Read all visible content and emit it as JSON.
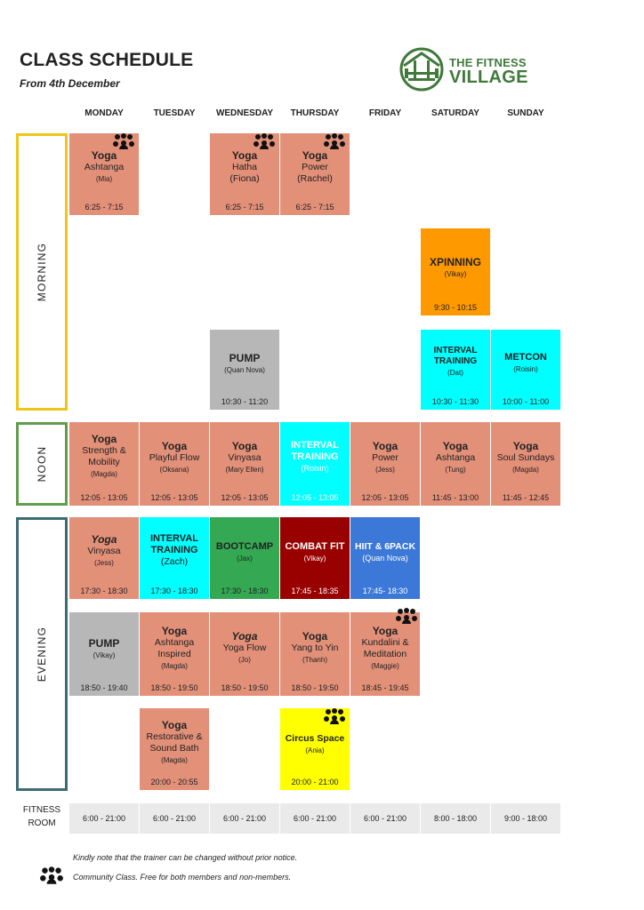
{
  "header": {
    "title": "CLASS SCHEDULE",
    "subtitle": "From 4th December",
    "logo_line1": "THE FITNESS",
    "logo_line2": "VILLAGE",
    "logo_color": "#3f7a3a"
  },
  "days": [
    "MONDAY",
    "TUESDAY",
    "WEDNESDAY",
    "THURSDAY",
    "FRIDAY",
    "SATURDAY",
    "SUNDAY"
  ],
  "sections": [
    {
      "label": "MORNING",
      "color": "#f0c419"
    },
    {
      "label": "NOON",
      "color": "#5f9e4a"
    },
    {
      "label": "EVENING",
      "color": "#3d6b74"
    }
  ],
  "colors": {
    "yoga": "#e39079",
    "pump": "#b7b7b7",
    "xpinning": "#ff9900",
    "interval": "#00ffff",
    "bootcamp": "#34a853",
    "combat": "#990000",
    "hiit": "#3c78d8",
    "circus": "#ffff00",
    "fitness_room": "#eaeaea"
  },
  "classes": [
    {
      "name": "Yoga",
      "sub": "Ashtanga",
      "trainer": "(Mia)",
      "time": "6:25 - 7:15",
      "community": true
    },
    {
      "name": "Yoga",
      "sub": "Hatha",
      "sub2": "(Fiona)",
      "time": "6:25 - 7:15",
      "community": true
    },
    {
      "name": "Yoga",
      "sub": "Power",
      "sub2": "(Rachel)",
      "time": "6:25 - 7:15",
      "community": true
    },
    {
      "name": "XPINNING",
      "trainer": "(Vikay)",
      "time": "9:30 - 10:15"
    },
    {
      "name": "PUMP",
      "trainer": "(Quan Nova)",
      "time": "10:30 - 11:20"
    },
    {
      "name": "INTERVAL TRAINING",
      "trainer": "(Dat)",
      "time": "10:30 - 11:30"
    },
    {
      "name": "METCON",
      "trainer": "(Roisin)",
      "time": "10:00 - 11:00"
    },
    {
      "name": "Yoga",
      "sub": "Strength & Mobility",
      "trainer": "(Magda)",
      "time": "12:05 - 13:05"
    },
    {
      "name": "Yoga",
      "sub": "Playful Flow",
      "trainer": "(Oksana)",
      "time": "12:05 - 13:05"
    },
    {
      "name": "Yoga",
      "sub": "Vinyasa",
      "trainer": "(Mary Ellen)",
      "time": "12:05 - 13:05"
    },
    {
      "name": "INTERVAL TRAINING",
      "trainer": "(Roisin)",
      "time": "12:05 - 13:05"
    },
    {
      "name": "Yoga",
      "sub": "Power",
      "trainer": "(Jess)",
      "time": "12:05 - 13:05"
    },
    {
      "name": "Yoga",
      "sub": "Ashtanga",
      "trainer": "(Tung)",
      "time": "11:45 - 13:00"
    },
    {
      "name": "Yoga",
      "sub": "Soul Sundays",
      "trainer": "(Magda)",
      "time": "11:45 - 12:45"
    },
    {
      "name": "Yoga",
      "sub": "Vinyasa",
      "trainer": "(Jess)",
      "time": "17:30 - 18:30"
    },
    {
      "name": "INTERVAL TRAINING",
      "sub2": "(Zach)",
      "time": "17:30 - 18:30"
    },
    {
      "name": "BOOTCAMP",
      "trainer": "(Jax)",
      "time": "17:30 - 18:30"
    },
    {
      "name": "COMBAT FIT",
      "trainer": "(Vikay)",
      "time": "17:45 - 18:35"
    },
    {
      "name": "HIIT & 6PACK",
      "trainer": "(Quan Nova)",
      "time": "17:45- 18:30"
    },
    {
      "name": "PUMP",
      "trainer": "(Vikay)",
      "time": "18:50 - 19:40"
    },
    {
      "name": "Yoga",
      "sub": "Ashtanga Inspired",
      "trainer": "(Magda)",
      "time": "18:50 - 19:50"
    },
    {
      "name": "Yoga",
      "sub": "Yoga Flow",
      "trainer": "(Jo)",
      "time": "18:50 - 19:50"
    },
    {
      "name": "Yoga",
      "sub": "Yang to Yin",
      "trainer": "(Thanh)",
      "time": "18:50 - 19:50"
    },
    {
      "name": "Yoga",
      "sub": "Kundalini & Meditation",
      "trainer": "(Maggie)",
      "time": "18:45 - 19:45",
      "community": true
    },
    {
      "name": "Yoga",
      "sub": "Restorative & Sound Bath",
      "trainer": "(Magda)",
      "time": "20:00 - 20:55"
    },
    {
      "name": "Circus Space",
      "trainer": "(Ania)",
      "time": "20:00 - 21:00",
      "community": true
    }
  ],
  "fitness_room": {
    "label_line1": "FITNESS",
    "label_line2": "ROOM",
    "hours": [
      "6:00 - 21:00",
      "6:00 - 21:00",
      "6:00 - 21:00",
      "6:00 - 21:00",
      "6:00 - 21:00",
      "8:00 - 18:00",
      "9:00 - 18:00"
    ]
  },
  "notes": {
    "trainer_change": "Kindly note that the trainer can be changed without prior notice.",
    "community": "Community Class. Free for both members and non-members."
  }
}
